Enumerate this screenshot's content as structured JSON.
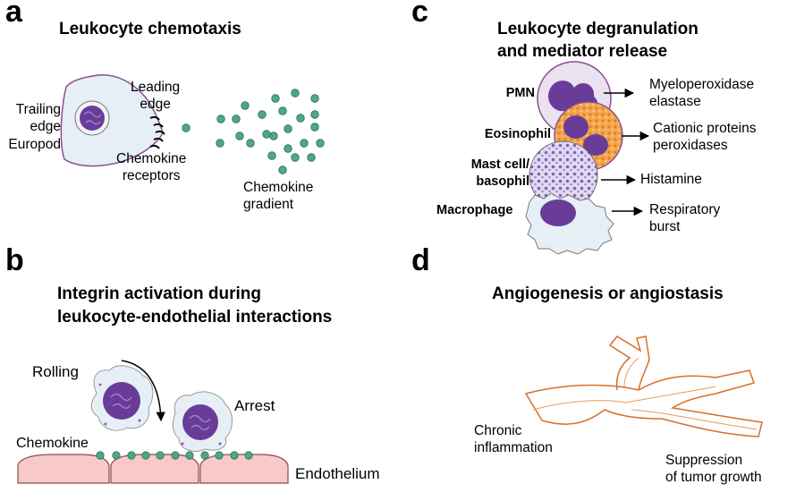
{
  "panels": {
    "a": {
      "letter": "a",
      "title": "Leukocyte chemotaxis",
      "trailing_label": "Trailing\nedge\nEuropod",
      "leading_label": "Leading\nedge",
      "receptors_label": "Chemokine\nreceptors",
      "gradient_label": "Chemokine\ngradient"
    },
    "b": {
      "letter": "b",
      "title": "Integrin activation during\nleukocyte-endothelial interactions",
      "rolling_label": "Rolling",
      "arrest_label": "Arrest",
      "chemokine_label": "Chemokine",
      "endothelium_label": "Endothelium"
    },
    "c": {
      "letter": "c",
      "title": "Leukocyte degranulation\nand mediator release",
      "cells": [
        {
          "name": "PMN",
          "product": "Myeloperoxidase\nelastase"
        },
        {
          "name": "Eosinophil",
          "product": "Cationic proteins\nperoxidases"
        },
        {
          "name": "Mast cell/\nbasophil",
          "product": "Histamine"
        },
        {
          "name": "Macrophage",
          "product": "Respiratory\nburst"
        }
      ]
    },
    "d": {
      "letter": "d",
      "title": "Angiogenesis or angiostasis",
      "left_label": "Chronic\ninflammation",
      "right_label": "Suppression\nof tumor growth"
    }
  },
  "colors": {
    "chemokine_dot": "#4ea883",
    "chemokine_dot_stroke": "#2b6f55",
    "cell_fill": "#e6eff5",
    "cell_outline": "#8a4f8f",
    "nucleus": "#6a3c99",
    "endothelium": "#f7c9c9",
    "pmn_fill": "#eae2ef",
    "eosinophil_fill": "#f1a24a",
    "mast_fill": "#dcd2ee",
    "vessel": "#d6702a"
  }
}
